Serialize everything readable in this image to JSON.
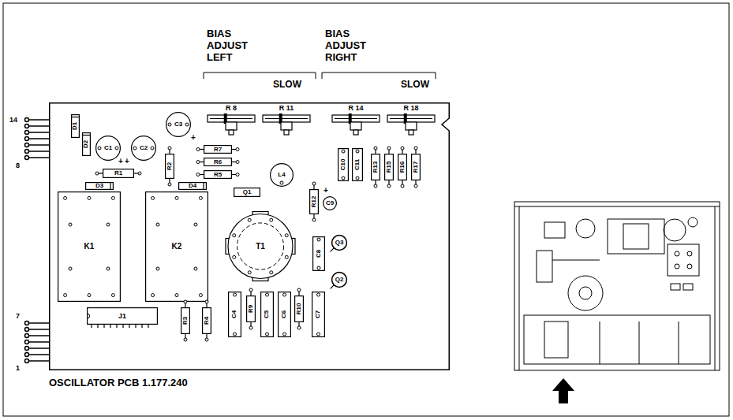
{
  "diagram": {
    "nodes": [
      {
        "text": [
          "OSCILLATOR PCB 1.177.240"
        ]
      },
      {
        "text": [
          "R 8"
        ],
        "in": 0
      },
      {
        "text": [
          "R 11"
        ],
        "in": 0
      },
      {
        "text": [
          "R 14"
        ],
        "in": 0
      },
      {
        "text": [
          "R 18"
        ],
        "in": 0
      },
      {
        "text": [
          "D1"
        ],
        "in": 0
      },
      {
        "text": [
          "C3"
        ],
        "in": 0
      },
      {
        "text": [
          "D2"
        ],
        "in": 0
      },
      {
        "text": [
          "C1"
        ],
        "in": 0
      },
      {
        "text": [
          "C2"
        ],
        "in": 0
      },
      {
        "text": [
          "R7"
        ],
        "in": 0
      },
      {
        "text": [
          "R6"
        ],
        "in": 0
      },
      {
        "text": [
          "R5"
        ],
        "in": 0
      },
      {
        "text": [
          "R1"
        ],
        "in": 0
      },
      {
        "text": [
          "R2"
        ],
        "in": 0
      },
      {
        "text": [
          "C10"
        ],
        "in": 0
      },
      {
        "text": [
          "C11"
        ],
        "in": 0
      },
      {
        "text": [
          "R13"
        ],
        "in": 0
      },
      {
        "text": [
          "R15"
        ],
        "in": 0
      },
      {
        "text": [
          "R16"
        ],
        "in": 0
      },
      {
        "text": [
          "R17"
        ],
        "in": 0
      },
      {
        "text": [
          "L4"
        ],
        "in": 0
      },
      {
        "text": [
          "D3"
        ],
        "in": 0
      },
      {
        "text": [
          "D4"
        ],
        "in": 0
      },
      {
        "text": [
          "Q1"
        ],
        "in": 0
      },
      {
        "text": [
          "R12"
        ],
        "in": 0
      },
      {
        "text": [
          "C9"
        ],
        "in": 0
      },
      {
        "text": [
          "K1"
        ],
        "in": 0
      },
      {
        "text": [
          "K2"
        ],
        "in": 0
      },
      {
        "text": [
          "T1"
        ],
        "in": 0
      },
      {
        "text": [
          "C8"
        ],
        "in": 0
      },
      {
        "text": [
          "Q3"
        ],
        "in": 0
      },
      {
        "text": [
          "Q2"
        ],
        "in": 0
      },
      {
        "text": [
          "J1"
        ],
        "in": 0
      },
      {
        "text": [
          "R3"
        ],
        "in": 0
      },
      {
        "text": [
          "R4"
        ],
        "in": 0
      },
      {
        "text": [
          "C4"
        ],
        "in": 0
      },
      {
        "text": [
          "R9"
        ],
        "in": 0
      },
      {
        "text": [
          "C5"
        ],
        "in": 0
      },
      {
        "text": [
          "C6"
        ],
        "in": 0
      },
      {
        "text": [
          "R10"
        ],
        "in": 0
      },
      {
        "text": [
          "C7"
        ],
        "in": 0
      }
    ],
    "labels": [
      "BIAS ADJUST LEFT",
      "BIAS ADJUST RIGHT",
      "SLOW",
      "SLOW",
      "14",
      "8",
      "7",
      "1",
      "+",
      "+",
      "+",
      "+"
    ]
  }
}
